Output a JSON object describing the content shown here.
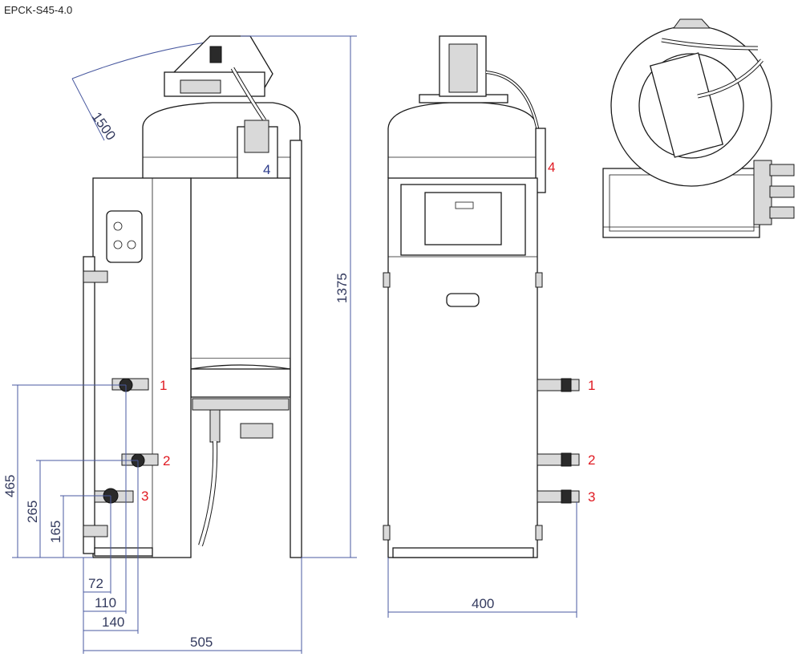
{
  "model": "EPCK-S45-4.0",
  "dimensions": {
    "height_total": "1375",
    "radius": "1500",
    "h1": "465",
    "h2": "265",
    "h3": "165",
    "w72": "72",
    "w110": "110",
    "w140": "140",
    "width_side": "505",
    "width_front": "400"
  },
  "callouts": {
    "side": [
      "1",
      "2",
      "3",
      "4"
    ],
    "front": [
      "1",
      "2",
      "3",
      "4"
    ]
  },
  "colors": {
    "dimension": "#4a5aa0",
    "callout": "#e01a22",
    "outline": "#1a1a1a"
  }
}
